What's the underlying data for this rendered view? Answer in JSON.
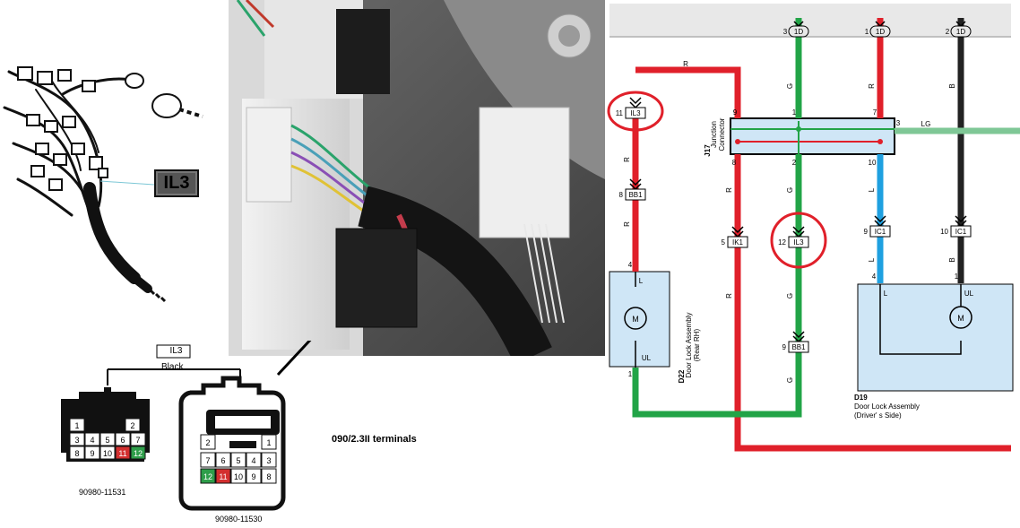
{
  "harness": {
    "callout": "IL3"
  },
  "connectors": {
    "header_label": "IL3",
    "color_label": "Black",
    "left_part_number": "90980-11531",
    "right_part_number": "90980-11530",
    "terminal_note": "090/2.3II terminals",
    "left_pins": [
      {
        "n": "1",
        "fill": "#ffffff"
      },
      {
        "n": "2",
        "fill": "#ffffff"
      },
      {
        "n": "3",
        "fill": "#ffffff"
      },
      {
        "n": "4",
        "fill": "#ffffff"
      },
      {
        "n": "5",
        "fill": "#ffffff"
      },
      {
        "n": "6",
        "fill": "#ffffff"
      },
      {
        "n": "7",
        "fill": "#ffffff"
      },
      {
        "n": "8",
        "fill": "#ffffff"
      },
      {
        "n": "9",
        "fill": "#ffffff"
      },
      {
        "n": "10",
        "fill": "#ffffff"
      },
      {
        "n": "11",
        "fill": "#d32f2f"
      },
      {
        "n": "12",
        "fill": "#2e9e4a"
      }
    ],
    "right_pins": [
      {
        "n": "2",
        "fill": "#ffffff"
      },
      {
        "n": "1",
        "fill": "#ffffff"
      },
      {
        "n": "7",
        "fill": "#ffffff"
      },
      {
        "n": "6",
        "fill": "#ffffff"
      },
      {
        "n": "5",
        "fill": "#ffffff"
      },
      {
        "n": "4",
        "fill": "#ffffff"
      },
      {
        "n": "3",
        "fill": "#ffffff"
      },
      {
        "n": "12",
        "fill": "#2e9e4a"
      },
      {
        "n": "11",
        "fill": "#d32f2f"
      },
      {
        "n": "10",
        "fill": "#ffffff"
      },
      {
        "n": "9",
        "fill": "#ffffff"
      },
      {
        "n": "8",
        "fill": "#ffffff"
      }
    ]
  },
  "schematic": {
    "top_connectors": [
      {
        "pin": "3",
        "id": "1D"
      },
      {
        "pin": "1",
        "id": "1D"
      },
      {
        "pin": "2",
        "id": "1D"
      }
    ],
    "junction": {
      "id": "J17",
      "name_line1": "Junction",
      "name_line2": "Connector",
      "pins": {
        "p9": "9",
        "p1": "1",
        "p7": "7",
        "p3": "3",
        "p8": "8",
        "p2": "2",
        "p10": "10"
      }
    },
    "wire_labels": {
      "r_top": "R",
      "g_top": "G",
      "r_mid": "R",
      "b_top": "B",
      "lg": "LG",
      "r_left1": "R",
      "r_left2": "R",
      "r_j8": "R",
      "r_ik1": "R",
      "g_j2": "G",
      "g_il3": "G",
      "g_bb1": "G",
      "l_j10": "L",
      "l_ic1": "L",
      "b_ic1": "B"
    },
    "inline_connectors": [
      {
        "pin": "11",
        "id": "IL3"
      },
      {
        "pin": "8",
        "id": "BB1"
      },
      {
        "pin": "5",
        "id": "IK1"
      },
      {
        "pin": "12",
        "id": "IL3"
      },
      {
        "pin": "9",
        "id": "IC1"
      },
      {
        "pin": "10",
        "id": "IC1"
      },
      {
        "pin": "9",
        "id": "BB1"
      }
    ],
    "rear_lock": {
      "id": "D22",
      "line1": "Door Lock Assembly",
      "line2": "(Rear RH)",
      "pin_top": "4",
      "pin_bottom": "1",
      "term_l": "L",
      "term_ul": "UL",
      "motor": "M"
    },
    "driver_lock": {
      "id": "D19",
      "line1": "Door Lock Assembly",
      "line2": "(Driver' s Side)",
      "pin_l": "4",
      "pin_ul": "1",
      "term_l": "L",
      "term_ul": "UL",
      "motor": "M"
    }
  }
}
